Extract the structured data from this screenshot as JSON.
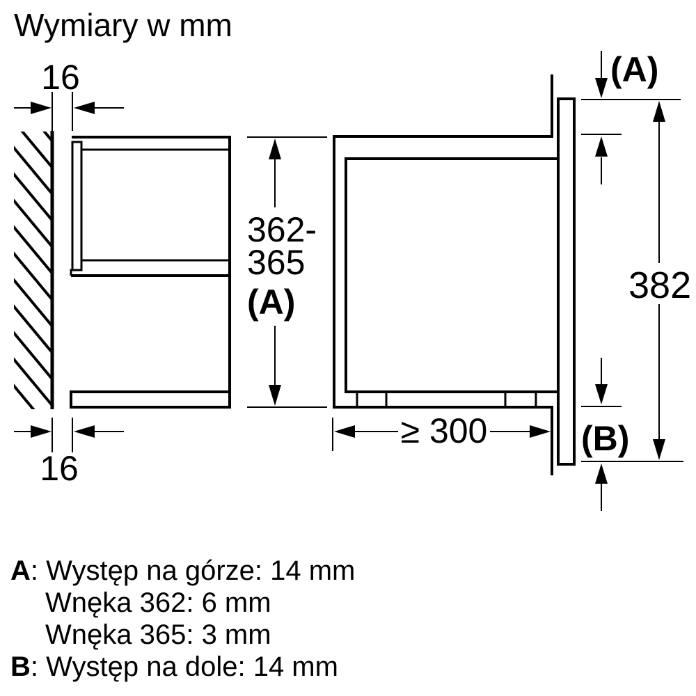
{
  "title": "Wymiary w mm",
  "dimensions": {
    "wall_gap_top": "16",
    "wall_gap_bottom": "16",
    "niche_height_line1": "362-",
    "niche_height_line2": "365",
    "niche_height_ref": "(A)",
    "top_protrusion_ref": "(A)",
    "bottom_protrusion_ref": "(B)",
    "front_frame_height": "382",
    "min_niche_depth": "≥ 300"
  },
  "notes": {
    "line1": {
      "label": "A",
      "text": ": Występ na górze: 14 mm"
    },
    "line2": {
      "text": "Wnęka 362: 6 mm"
    },
    "line3": {
      "text": "Wnęka 365: 3 mm"
    },
    "line4": {
      "label": "B",
      "text": ": Występ na dole: 14 mm"
    }
  }
}
